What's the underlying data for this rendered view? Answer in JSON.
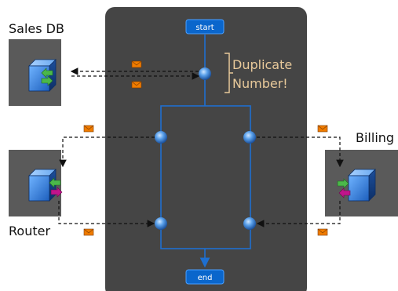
{
  "nodes": {
    "sales_db": "Sales DB",
    "router": "Router",
    "billing": "Billing"
  },
  "flow": {
    "start": "start",
    "end": "end",
    "annotation_line1": "Duplicate",
    "annotation_line2": "Number!"
  },
  "colors": {
    "process_bg": "#454545",
    "node_box_bg": "#5a5a5a",
    "flow_line": "#1e6fd0",
    "annotation": "#e8c99a",
    "envelope": "#f07c00",
    "arrow_green": "#4bb84a",
    "arrow_magenta": "#c0148c"
  },
  "icons": [
    "envelope-icon",
    "cube-icon",
    "gateway-node-icon"
  ]
}
